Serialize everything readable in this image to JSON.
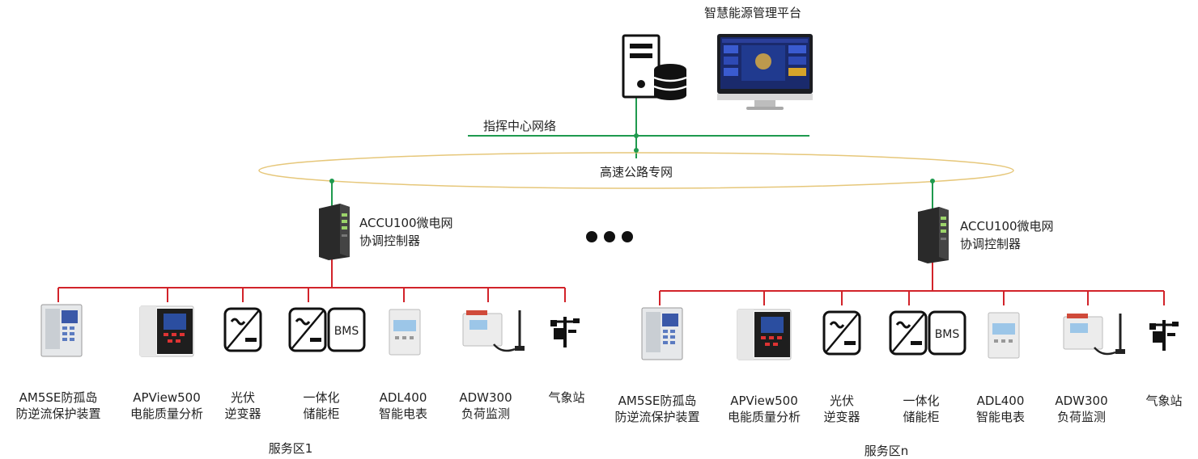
{
  "platform": {
    "title": "智慧能源管理平台"
  },
  "network": {
    "command_center": "指挥中心网络",
    "highway": "高速公路专网"
  },
  "ellipsis": "•••",
  "controllers": [
    {
      "line1": "ACCU100微电网",
      "line2": "协调控制器"
    },
    {
      "line1": "ACCU100微电网",
      "line2": "协调控制器"
    }
  ],
  "zones": [
    {
      "name": "服务区1",
      "devices": [
        {
          "line1": "AM5SE防孤岛",
          "line2": "防逆流保护装置",
          "icon": "protection-relay-icon"
        },
        {
          "line1": "APView500",
          "line2": "电能质量分析",
          "icon": "power-quality-analyzer-icon"
        },
        {
          "line1": "光伏",
          "line2": "逆变器",
          "icon": "pv-inverter-icon"
        },
        {
          "line1": "一体化",
          "line2": "储能柜",
          "icon": "storage-cabinet-icon"
        },
        {
          "line1": "ADL400",
          "line2": "智能电表",
          "icon": "smart-meter-icon"
        },
        {
          "line1": "ADW300",
          "line2": "负荷监测",
          "icon": "load-monitor-icon"
        },
        {
          "line1": "气象站",
          "line2": "",
          "icon": "weather-station-icon"
        }
      ]
    },
    {
      "name": "服务区n",
      "devices": [
        {
          "line1": "AM5SE防孤岛",
          "line2": "防逆流保护装置",
          "icon": "protection-relay-icon"
        },
        {
          "line1": "APView500",
          "line2": "电能质量分析",
          "icon": "power-quality-analyzer-icon"
        },
        {
          "line1": "光伏",
          "line2": "逆变器",
          "icon": "pv-inverter-icon"
        },
        {
          "line1": "一体化",
          "line2": "储能柜",
          "icon": "storage-cabinet-icon"
        },
        {
          "line1": "ADL400",
          "line2": "智能电表",
          "icon": "smart-meter-icon"
        },
        {
          "line1": "ADW300",
          "line2": "负荷监测",
          "icon": "load-monitor-icon"
        },
        {
          "line1": "气象站",
          "line2": "",
          "icon": "weather-station-icon"
        }
      ]
    }
  ],
  "bms_label": "BMS",
  "colors": {
    "network_line": "#1f9a4e",
    "bus_line": "#d2232a",
    "ellipse": "#e6c77a"
  }
}
